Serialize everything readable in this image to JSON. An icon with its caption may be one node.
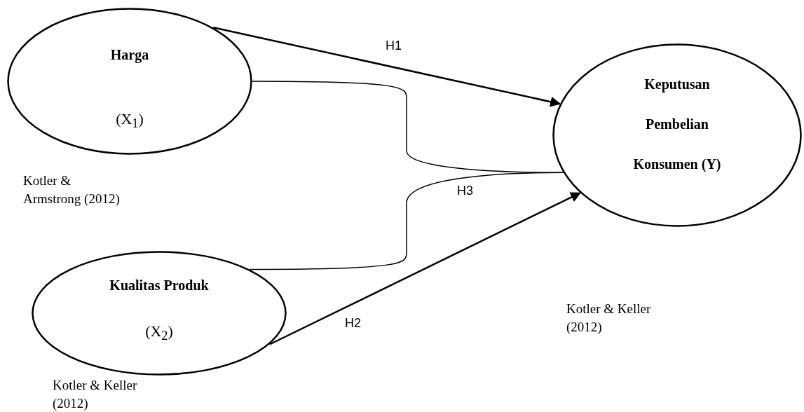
{
  "diagram": {
    "nodes": [
      {
        "text": [
          "Harga",
          "(X$_{1}$)"
        ],
        "beside": [
          "Kotler & Armstrong (2012)"
        ]
      },
      {
        "text": [
          "Kualitas Produk",
          "(X$_{2}$)"
        ],
        "beside": [
          "Kotler & Keller (2012)"
        ]
      },
      {
        "text": [
          "Keputusan Pembelian Konsumen (Y)"
        ]
      }
    ],
    "labels": [
      "Kotler & Keller (2012)"
    ],
    "edges": [
      {
        "from": 0,
        "to": 2,
        "arrow": "to",
        "label": "H1"
      },
      {
        "from": 1,
        "to": 2,
        "arrow": "to",
        "label": "H2"
      },
      {
        "from": 0,
        "to": 2,
        "arrow": "none"
      },
      {
        "from": 1,
        "to": 2,
        "arrow": "none",
        "label": "H3"
      }
    ]
  }
}
